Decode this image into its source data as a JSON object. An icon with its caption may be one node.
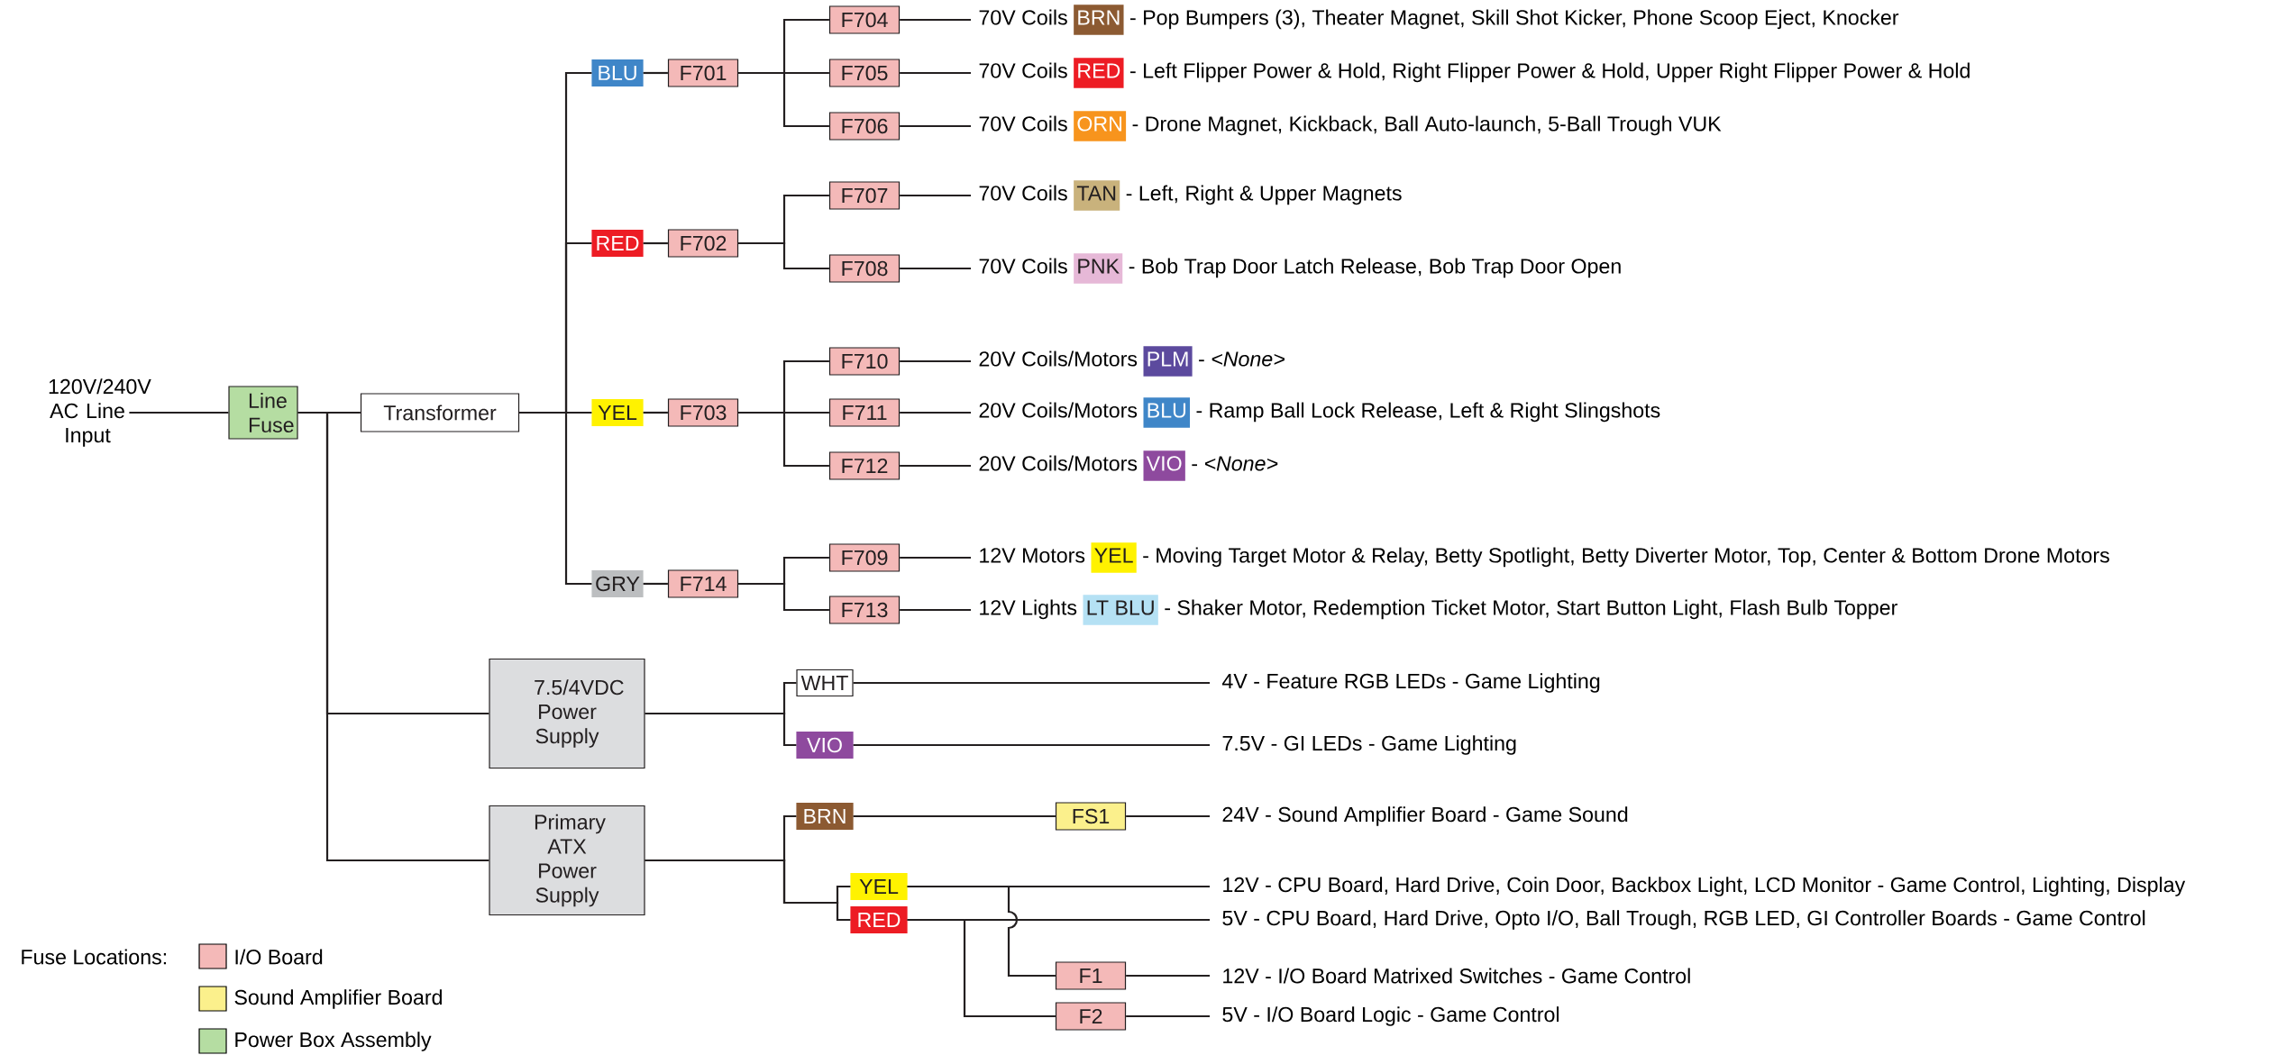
{
  "diagram": {
    "nodes": [
      {
        "text": [
          "120V/240V AC Line Input"
        ]
      },
      {
        "text": [
          "Line Fuse"
        ]
      },
      {
        "text": [
          "Transformer"
        ]
      },
      {
        "text": [
          "BLU"
        ]
      },
      {
        "text": [
          "F701"
        ]
      },
      {
        "text": [
          "F704"
        ]
      },
      {
        "text": [
          "70V Coils",
          "BRN",
          "- Pop Bumpers (3), Theater Magnet, Skill Shot Kicker, Phone Scoop Eject, Knocker"
        ]
      },
      {
        "text": [
          "F705"
        ]
      },
      {
        "text": [
          "70V Coils",
          "RED",
          "- Left Flipper Power & Hold, Right Flipper Power & Hold, Upper Right Flipper Power & Hold"
        ]
      },
      {
        "text": [
          "F706"
        ]
      },
      {
        "text": [
          "70V Coils",
          "ORN",
          "- Drone Magnet, Kickback, Ball Auto-launch, 5-Ball Trough VUK"
        ]
      },
      {
        "text": [
          "RED"
        ]
      },
      {
        "text": [
          "F702"
        ]
      },
      {
        "text": [
          "F707"
        ]
      },
      {
        "text": [
          "70V Coils",
          "TAN",
          "- Left, Right & Upper Magnets"
        ]
      },
      {
        "text": [
          "F708"
        ]
      },
      {
        "text": [
          "70V Coils",
          "PNK",
          "- Bob Trap Door Latch Release, Bob Trap Door Open"
        ]
      },
      {
        "text": [
          "YEL"
        ]
      },
      {
        "text": [
          "F703"
        ]
      },
      {
        "text": [
          "F710"
        ]
      },
      {
        "text": [
          "20V Coils/Motors",
          "PLM",
          "- *<None>*"
        ]
      },
      {
        "text": [
          "F711"
        ]
      },
      {
        "text": [
          "20V Coils/Motors",
          "BLU",
          "- Ramp Ball Lock Release, Left & Right Slingshots"
        ]
      },
      {
        "text": [
          "F712"
        ]
      },
      {
        "text": [
          "20V Coils/Motors",
          "VIO",
          "- *<None>*"
        ]
      },
      {
        "text": [
          "GRY"
        ]
      },
      {
        "text": [
          "F714"
        ]
      },
      {
        "text": [
          "F709"
        ]
      },
      {
        "text": [
          "12V Motors",
          "YEL",
          "- Moving Target Motor & Relay, Betty Spotlight, Betty Diverter Motor, Top, Center & Bottom Drone Motors"
        ]
      },
      {
        "text": [
          "F713"
        ]
      },
      {
        "text": [
          "12V Lights",
          "LT BLU",
          "- Shaker Motor, Redemption Ticket Motor, Start Button Light, Flash Bulb Topper"
        ]
      },
      {
        "text": [
          "7.5/4VDC Power Supply"
        ]
      },
      {
        "text": [
          "WHT"
        ]
      },
      {
        "text": [
          "4V - Feature RGB LEDs - Game Lighting"
        ]
      },
      {
        "text": [
          "VIO"
        ]
      },
      {
        "text": [
          "7.5V - GI LEDs - Game Lighting"
        ]
      },
      {
        "text": [
          "Primary ATX Power Supply"
        ]
      },
      {
        "text": [
          "BRN"
        ]
      },
      {
        "text": [
          "FS1"
        ]
      },
      {
        "text": [
          "24V - Sound Amplifier Board - Game Sound"
        ]
      },
      {
        "text": [
          "YEL"
        ]
      },
      {
        "text": [
          "12V - CPU Board, Hard Drive, Coin Door, Backbox Light, LCD Monitor - Game Control, Lighting, Display"
        ]
      },
      {
        "text": [
          "RED"
        ]
      },
      {
        "text": [
          "5V - CPU Board, Hard Drive, Opto I/O, Ball Trough, RGB LED, GI Controller Boards - Game Control"
        ]
      },
      {
        "text": [
          "F1"
        ]
      },
      {
        "text": [
          "12V - I/O Board Matrixed Switches - Game Control"
        ]
      },
      {
        "text": [
          "F2"
        ]
      },
      {
        "text": [
          "5V - I/O Board Logic - Game Control"
        ]
      }
    ],
    "edges": [
      {
        "from": 0,
        "to": 1,
        "arrow": "none"
      },
      {
        "from": 1,
        "to": 2,
        "arrow": "none"
      },
      {
        "from": 1,
        "to": 31,
        "arrow": "none"
      },
      {
        "from": 1,
        "to": 36,
        "arrow": "none"
      },
      {
        "from": 2,
        "to": 3,
        "arrow": "none"
      },
      {
        "from": 2,
        "to": 11,
        "arrow": "none"
      },
      {
        "from": 2,
        "to": 17,
        "arrow": "none"
      },
      {
        "from": 2,
        "to": 25,
        "arrow": "none"
      },
      {
        "from": 3,
        "to": 4,
        "arrow": "none"
      },
      {
        "from": 4,
        "to": 5,
        "arrow": "none"
      },
      {
        "from": 4,
        "to": 7,
        "arrow": "none"
      },
      {
        "from": 4,
        "to": 9,
        "arrow": "none"
      },
      {
        "from": 5,
        "to": 6,
        "arrow": "none"
      },
      {
        "from": 7,
        "to": 8,
        "arrow": "none"
      },
      {
        "from": 9,
        "to": 10,
        "arrow": "none"
      },
      {
        "from": 11,
        "to": 12,
        "arrow": "none"
      },
      {
        "from": 12,
        "to": 13,
        "arrow": "none"
      },
      {
        "from": 12,
        "to": 15,
        "arrow": "none"
      },
      {
        "from": 13,
        "to": 14,
        "arrow": "none"
      },
      {
        "from": 15,
        "to": 16,
        "arrow": "none"
      },
      {
        "from": 17,
        "to": 18,
        "arrow": "none"
      },
      {
        "from": 18,
        "to": 19,
        "arrow": "none"
      },
      {
        "from": 18,
        "to": 21,
        "arrow": "none"
      },
      {
        "from": 18,
        "to": 23,
        "arrow": "none"
      },
      {
        "from": 19,
        "to": 20,
        "arrow": "none"
      },
      {
        "from": 21,
        "to": 22,
        "arrow": "none"
      },
      {
        "from": 23,
        "to": 24,
        "arrow": "none"
      },
      {
        "from": 25,
        "to": 26,
        "arrow": "none"
      },
      {
        "from": 26,
        "to": 27,
        "arrow": "none"
      },
      {
        "from": 26,
        "to": 29,
        "arrow": "none"
      },
      {
        "from": 27,
        "to": 28,
        "arrow": "none"
      },
      {
        "from": 29,
        "to": 30,
        "arrow": "none"
      },
      {
        "from": 31,
        "to": 32,
        "arrow": "none"
      },
      {
        "from": 31,
        "to": 34,
        "arrow": "none"
      },
      {
        "from": 32,
        "to": 33,
        "arrow": "none"
      },
      {
        "from": 34,
        "to": 35,
        "arrow": "none"
      },
      {
        "from": 36,
        "to": 37,
        "arrow": "none"
      },
      {
        "from": 36,
        "to": 40,
        "arrow": "none"
      },
      {
        "from": 36,
        "to": 42,
        "arrow": "none"
      },
      {
        "from": 37,
        "to": 38,
        "arrow": "none"
      },
      {
        "from": 38,
        "to": 39,
        "arrow": "none"
      },
      {
        "from": 40,
        "to": 41,
        "arrow": "none"
      },
      {
        "from": 40,
        "to": 44,
        "arrow": "none"
      },
      {
        "from": 42,
        "to": 43,
        "arrow": "none"
      },
      {
        "from": 42,
        "to": 46,
        "arrow": "none"
      },
      {
        "from": 44,
        "to": 45,
        "arrow": "none"
      },
      {
        "from": 46,
        "to": 47,
        "arrow": "none"
      }
    ],
    "labels": [
      "Fuse Locations:"
    ],
    "legend": [
      {
        "text": "I/O Board",
        "color": "#f4b9b8"
      },
      {
        "text": "Sound Amplifier Board",
        "color": "#fbf08c"
      },
      {
        "text": "Power Box Assembly",
        "color": "#b5dda2"
      }
    ]
  }
}
